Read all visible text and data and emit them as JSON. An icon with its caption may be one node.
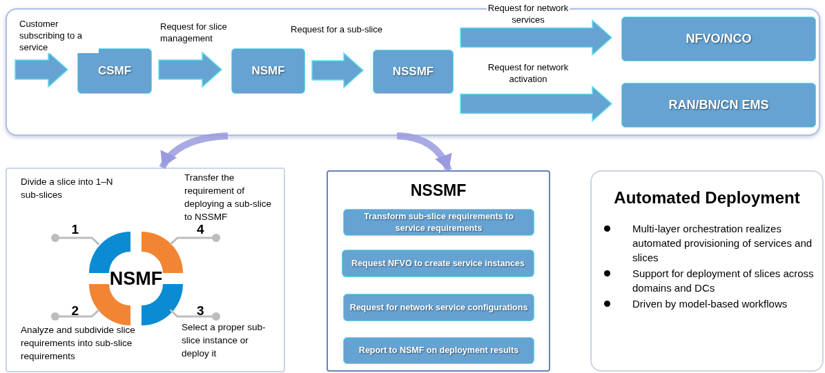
{
  "diagram": {
    "nodes": [
      {
        "text": [],
        "shape": "box"
      },
      {
        "text": [
          "CSMF"
        ],
        "in": 0
      },
      {
        "text": [
          "NSMF"
        ],
        "in": 0
      },
      {
        "text": [
          "NSSMF"
        ],
        "in": 0
      },
      {
        "text": [
          "NFVO/NCO"
        ],
        "in": 0
      },
      {
        "text": [
          "RAN/BN/CN EMS"
        ],
        "in": 0
      },
      {
        "text": [],
        "shape": "box"
      },
      {
        "text": [
          "NSMF"
        ],
        "in": 6
      },
      {
        "text": [
          "NSSMF"
        ]
      },
      {
        "text": [
          "Transform sub-slice requirements to service requirements"
        ],
        "in": 8
      },
      {
        "text": [
          "Request NFVO to create service instances"
        ],
        "in": 8
      },
      {
        "text": [
          "Request for network service configurations"
        ],
        "in": 8
      },
      {
        "text": [
          "Report to NSMF on deployment results"
        ],
        "in": 8
      },
      {
        "text": [
          "Automated Deployment",
          "Multi-layer orchestration realizes automated provisioning of services and slices",
          "Support for deployment of slices across domains and DCs",
          "Driven by model-based workflows"
        ]
      },
      {
        "text": [
          "1"
        ],
        "in": 6
      },
      {
        "text": [
          "4"
        ],
        "in": 6
      },
      {
        "text": [
          "2"
        ],
        "in": 6
      },
      {
        "text": [
          "3"
        ],
        "in": 6
      }
    ],
    "labels": [
      "Divide a slice into 1–N sub-slices",
      "Transfer the requirement of deploying a sub-slice to NSSMF",
      "Analyze and subdivide slice requirements into sub-slice requirements",
      "Select a proper sub-slice instance or deploy it"
    ],
    "edges": [
      {
        "from": null,
        "to": 1,
        "arrow": "to",
        "label": "Customer subscribing to a service",
        "style": "thick"
      },
      {
        "from": 1,
        "to": 2,
        "arrow": "to",
        "label": "Request for slice management",
        "style": "thick"
      },
      {
        "from": 2,
        "to": 3,
        "arrow": "to",
        "label": "Request for a sub-slice",
        "style": "thick"
      },
      {
        "from": 3,
        "to": 4,
        "arrow": "to",
        "label": "Request for network services",
        "style": "thick"
      },
      {
        "from": 3,
        "to": 5,
        "arrow": "to",
        "label": "Request for network activation",
        "style": "thick"
      },
      {
        "from": 0,
        "to": 6,
        "arrow": "to",
        "style": "thick",
        "color": "#9a9ade"
      },
      {
        "from": 0,
        "to": 8,
        "arrow": "to",
        "style": "thick",
        "color": "#9a9ade"
      },
      {
        "from": 14,
        "to": 7,
        "arrow": "other"
      },
      {
        "from": 15,
        "to": 7,
        "arrow": "other"
      },
      {
        "from": 16,
        "to": 7,
        "arrow": "other"
      },
      {
        "from": 17,
        "to": 7,
        "arrow": "other"
      }
    ]
  }
}
